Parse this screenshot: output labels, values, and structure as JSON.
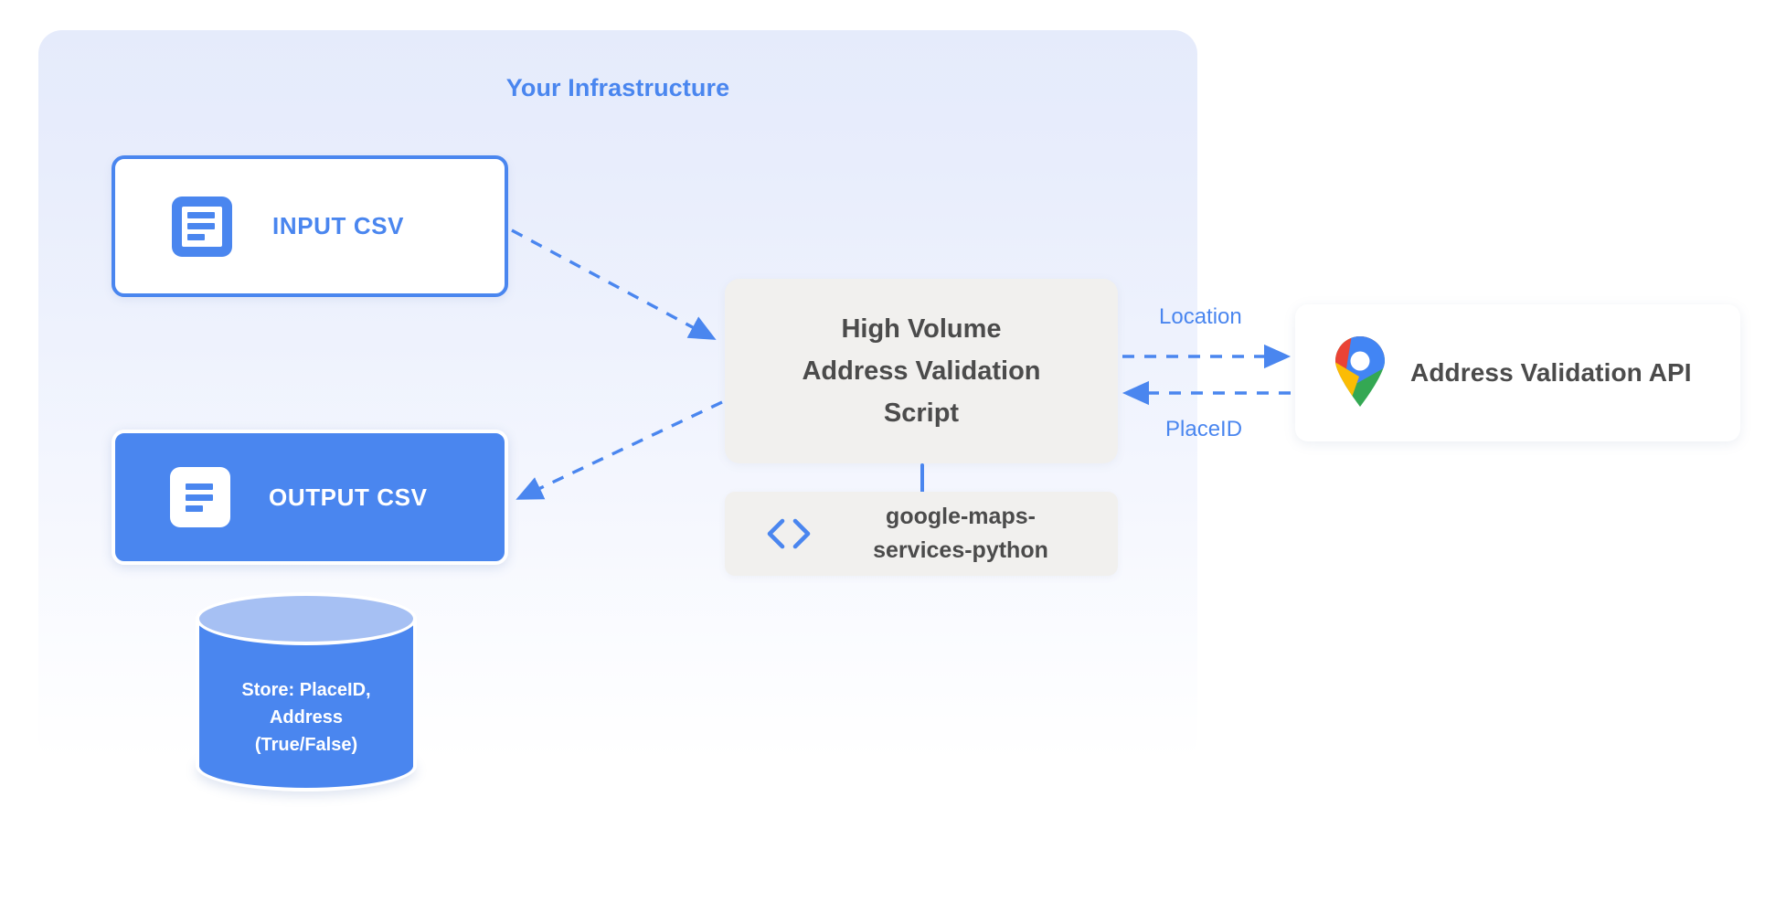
{
  "panel": {
    "title": "Your Infrastructure"
  },
  "nodes": {
    "input_csv": {
      "label": "INPUT CSV",
      "icon": "document-icon"
    },
    "output_csv": {
      "label": "OUTPUT CSV",
      "icon": "document-icon"
    },
    "datastore": {
      "label": "Store: PlaceID,\nAddress\n(True/False)",
      "line1": "Store: PlaceID,",
      "line2": "Address",
      "line3": "(True/False)",
      "icon": "database-cylinder-icon"
    },
    "script": {
      "line1": "High Volume",
      "line2": "Address Validation",
      "line3": "Script"
    },
    "library": {
      "line1": "google-maps-",
      "line2": "services-python",
      "icon": "code-brackets-icon"
    },
    "api": {
      "label": "Address Validation API",
      "icon": "google-maps-pin-icon"
    }
  },
  "edges": [
    {
      "id": "input-to-script",
      "label": "",
      "from": "input_csv",
      "to": "script",
      "style": "dashed",
      "direction": "forward"
    },
    {
      "id": "script-to-output",
      "label": "",
      "from": "script",
      "to": "output_csv",
      "style": "dashed",
      "direction": "forward"
    },
    {
      "id": "script-to-api",
      "label": "Location",
      "from": "script",
      "to": "api",
      "style": "dashed",
      "direction": "forward"
    },
    {
      "id": "api-to-script",
      "label": "PlaceID",
      "from": "api",
      "to": "script",
      "style": "dashed",
      "direction": "forward"
    },
    {
      "id": "script-to-library",
      "label": "",
      "from": "script",
      "to": "library",
      "style": "solid",
      "direction": "none"
    }
  ],
  "labels": {
    "location": "Location",
    "placeid": "PlaceID"
  },
  "colors": {
    "accent_blue": "#4a86ef",
    "panel_top": "#e5ebfb",
    "panel_bottom": "#ffffff",
    "box_gray": "#f1f0ee",
    "text_dark": "#4b4b4b",
    "cylinder_top": "#a6c0f3",
    "pin_blue": "#4285f4",
    "pin_red": "#ea4335",
    "pin_yellow": "#fbbc04",
    "pin_green": "#34a853"
  }
}
